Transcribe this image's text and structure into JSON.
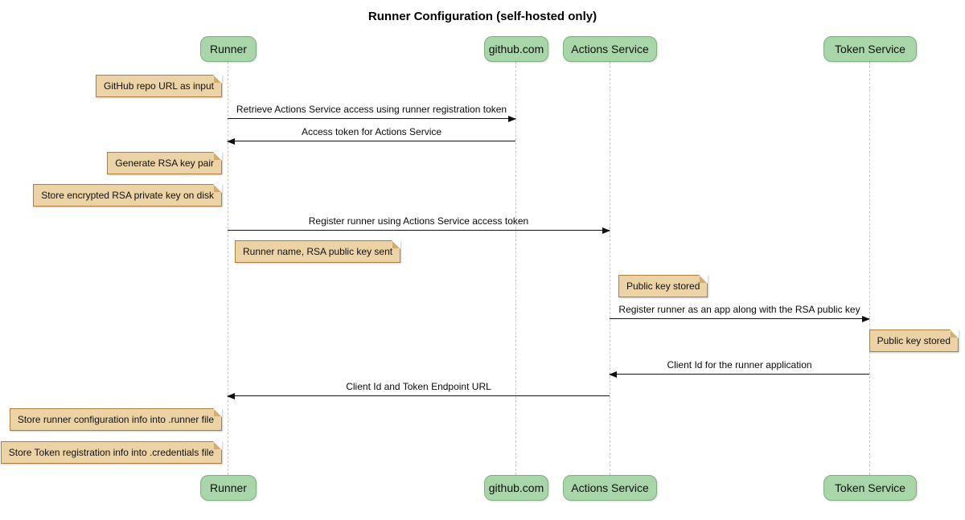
{
  "title": "Runner Configuration (self-hosted only)",
  "participants": [
    {
      "label": "Runner"
    },
    {
      "label": "github.com"
    },
    {
      "label": "Actions Service"
    },
    {
      "label": "Token Service"
    }
  ],
  "messages": [
    {
      "text": "Retrieve Actions Service access using runner registration token",
      "from": "Runner",
      "to": "github.com",
      "direction": "right"
    },
    {
      "text": "Access token for Actions Service",
      "from": "github.com",
      "to": "Runner",
      "direction": "left"
    },
    {
      "text": "Register runner using Actions Service access token",
      "from": "Runner",
      "to": "Actions Service",
      "direction": "right"
    },
    {
      "text": "Register runner as an app along with the RSA public key",
      "from": "Actions Service",
      "to": "Token Service",
      "direction": "right"
    },
    {
      "text": "Client Id for the runner application",
      "from": "Token Service",
      "to": "Actions Service",
      "direction": "left"
    },
    {
      "text": "Client Id and Token Endpoint URL",
      "from": "Actions Service",
      "to": "Runner",
      "direction": "left"
    }
  ],
  "notes": [
    {
      "text": "GitHub repo URL as input",
      "anchor": "left of Runner"
    },
    {
      "text": "Generate RSA key pair",
      "anchor": "left of Runner"
    },
    {
      "text": "Store encrypted RSA private key on disk",
      "anchor": "left of Runner"
    },
    {
      "text": "Runner name, RSA public key sent",
      "anchor": "right of Runner"
    },
    {
      "text": "Public key stored",
      "anchor": "right of Actions Service"
    },
    {
      "text": "Public key stored",
      "anchor": "right of Token Service"
    },
    {
      "text": "Store runner configuration info into .runner file",
      "anchor": "left of Runner"
    },
    {
      "text": "Store Token registration info into .credentials file",
      "anchor": "left of Runner"
    }
  ],
  "colors": {
    "background": "#ffffff",
    "participant_fill": "#a8d6a8",
    "participant_border": "#7fae7f",
    "note_fill": "#ecd3a5",
    "note_border": "#a8813f",
    "lifeline": "#c8c8c8",
    "message_line": "#111111",
    "text": "#000000"
  }
}
